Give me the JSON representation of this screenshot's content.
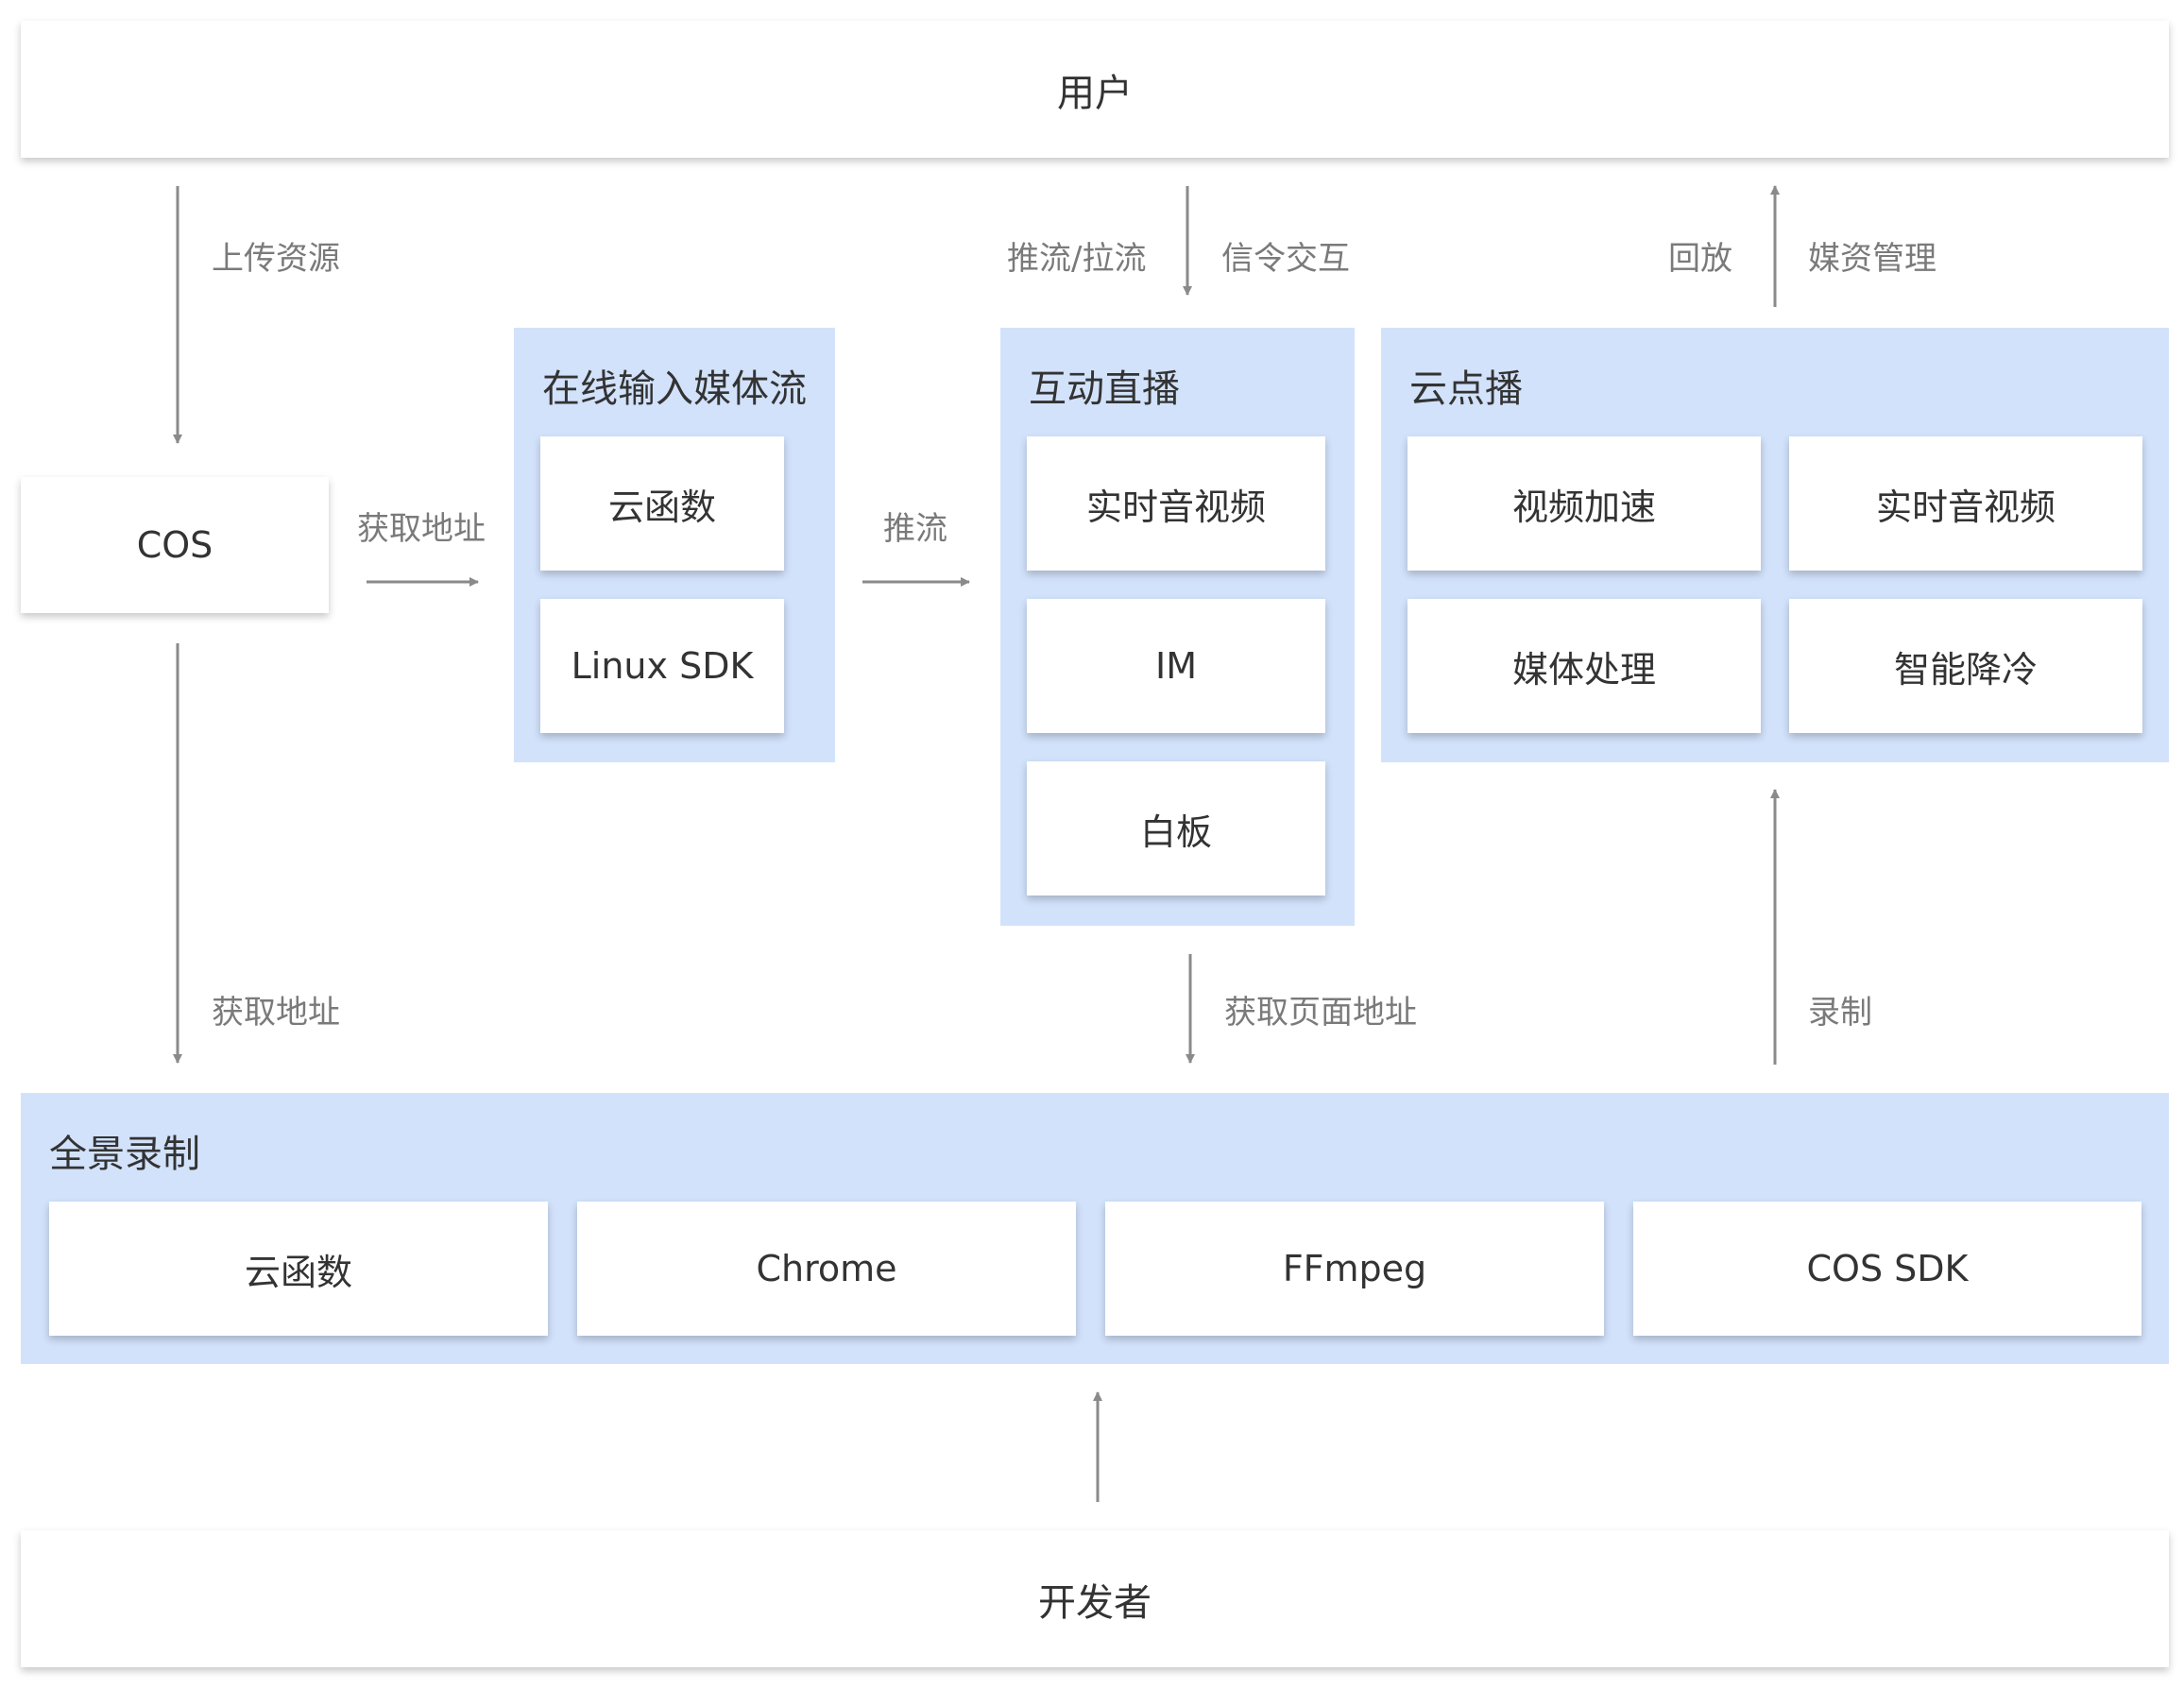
{
  "nodes": {
    "user": "用户",
    "developer": "开发者",
    "cos": "COS"
  },
  "groups": {
    "online_input": {
      "title": "在线输入媒体流",
      "items": [
        "云函数",
        "Linux SDK"
      ]
    },
    "interactive_live": {
      "title": "互动直播",
      "items": [
        "实时音视频",
        "IM",
        "白板"
      ]
    },
    "vod": {
      "title": "云点播",
      "items": [
        "视频加速",
        "实时音视频",
        "媒体处理",
        "智能降冷"
      ]
    },
    "panorama_recording": {
      "title": "全景录制",
      "items": [
        "云函数",
        "Chrome",
        "FFmpeg",
        "COS SDK"
      ]
    }
  },
  "edge_labels": {
    "upload_resources": "上传资源",
    "push_pull_stream": "推流/拉流",
    "signaling": "信令交互",
    "playback": "回放",
    "media_management": "媒资管理",
    "get_address_right": "获取地址",
    "push_stream": "推流",
    "get_address_down": "获取地址",
    "get_page_address": "获取页面地址",
    "record": "录制"
  },
  "colors": {
    "group_fill": "#d2e2fb",
    "arrow": "#8a8a8a",
    "text": "#333333",
    "label_text": "#7a7a7a"
  }
}
